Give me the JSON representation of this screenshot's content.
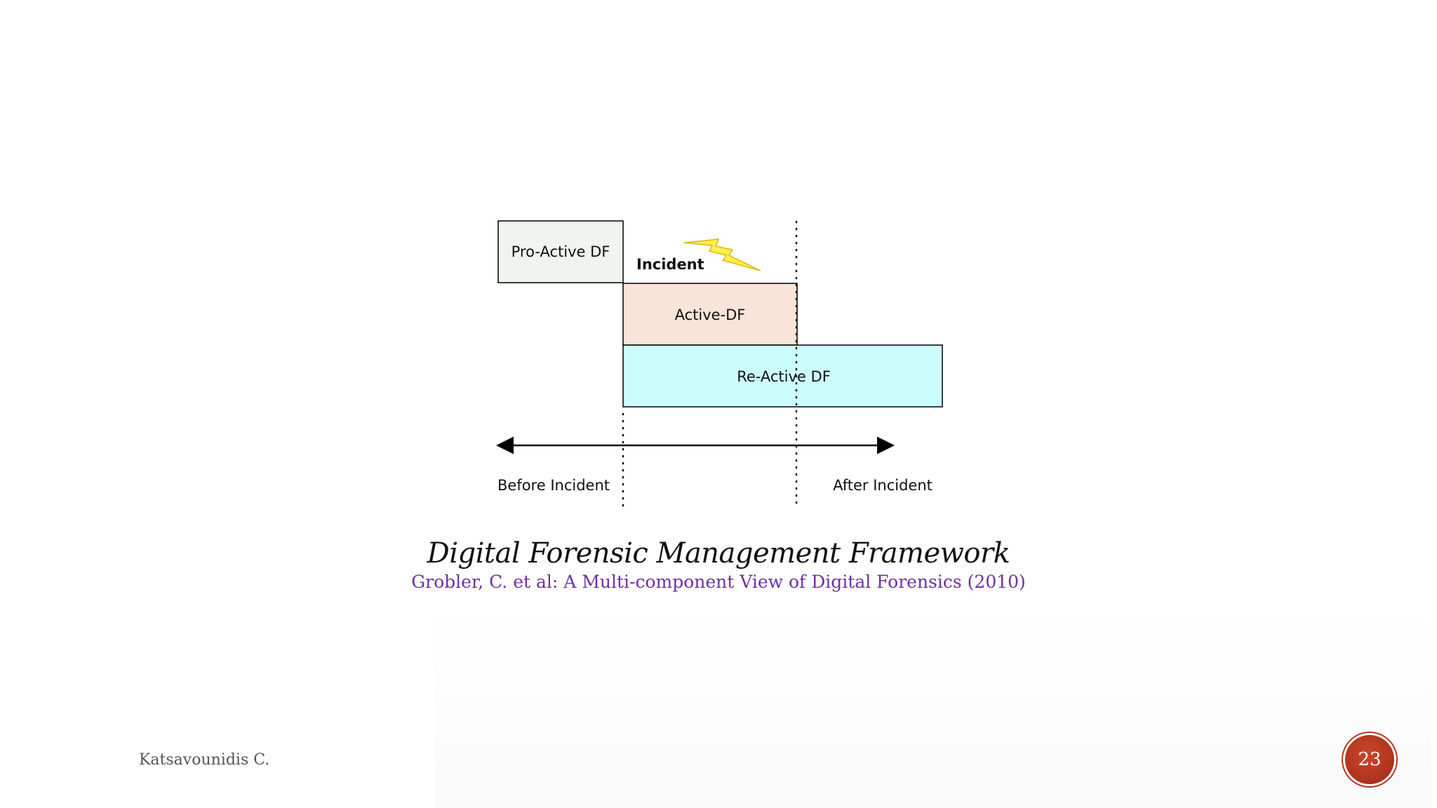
{
  "diagram": {
    "boxes": {
      "proactive": "Pro-Active DF",
      "active": "Active-DF",
      "reactive": "Re-Active DF"
    },
    "incident_label": "Incident",
    "axis": {
      "before": "Before Incident",
      "after": "After Incident"
    },
    "colors": {
      "proactive_fill": "#eff5ee",
      "active_fill": "#f8e4d8",
      "reactive_fill": "#ccfdfd",
      "lightning": "#ffee55"
    }
  },
  "caption": {
    "title": "Digital Forensic Management Framework",
    "citation": "Grobler, C. et al: A Multi-component View of Digital Forensics (2010)"
  },
  "footer": {
    "author": "Katsavounidis C.",
    "page_number": "23"
  }
}
